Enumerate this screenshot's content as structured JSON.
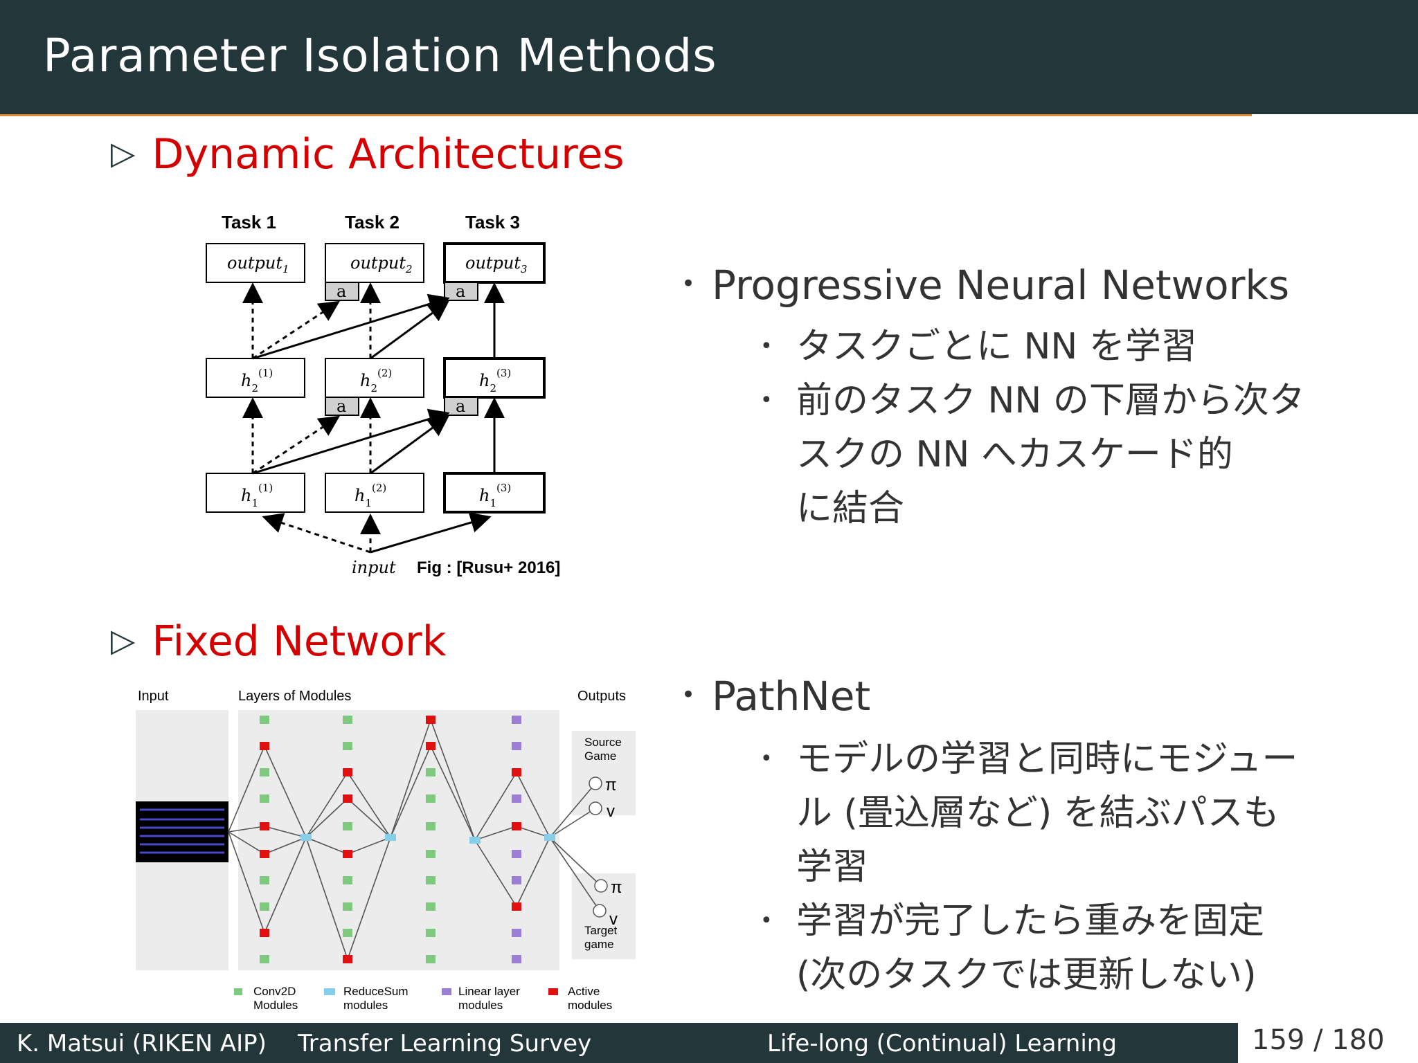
{
  "title": "Parameter Isolation Methods",
  "sections": {
    "dynamic": {
      "marker": "▷",
      "label": "Dynamic Architectures"
    },
    "fixed": {
      "marker": "▷",
      "label": "Fixed Network"
    }
  },
  "pnn": {
    "bullet": "Progressive Neural Networks",
    "sub1": "タスクごとに NN を学習",
    "sub2_l1": "前のタスク NN の下層から次タ",
    "sub2_l2": "スクの NN へカスケード的",
    "sub2_l3": "に結合"
  },
  "pathnet": {
    "bullet": "PathNet",
    "sub1_l1": "モデルの学習と同時にモジュー",
    "sub1_l2": "ル (畳込層など) を結ぶパスも",
    "sub1_l3": "学習",
    "sub2_l1": "学習が完了したら重みを固定",
    "sub2_l2": "(次のタスクでは更新しない)"
  },
  "fig1": {
    "task_labels": [
      "Task 1",
      "Task 2",
      "Task 3"
    ],
    "outputs": [
      "output",
      "output",
      "output"
    ],
    "output_subs": [
      "1",
      "2",
      "3"
    ],
    "adapter_label": "a",
    "input_label": "input",
    "caption": "Fig : [Rusu+ 2016]"
  },
  "fig2": {
    "input_label": "Input",
    "layers_label": "Layers of Modules",
    "outputs_label": "Outputs",
    "source_label": [
      "Source",
      "Game"
    ],
    "target_label": [
      "Target",
      "game"
    ],
    "pi": "π",
    "v": "v",
    "legend": [
      {
        "l1": "Conv2D",
        "l2": "Modules",
        "color": "#7fc97f"
      },
      {
        "l1": "ReduceSum",
        "l2": "modules",
        "color": "#87ceeb"
      },
      {
        "l1": "Linear layer",
        "l2": "modules",
        "color": "#9b7fd4"
      },
      {
        "l1": "Active",
        "l2": "modules",
        "color": "#e01010"
      }
    ]
  },
  "footer": {
    "author": "K. Matsui (RIKEN AIP)",
    "talk": "Transfer Learning Survey",
    "section": "Life-long (Continual) Learning",
    "page": "159 / 180"
  }
}
